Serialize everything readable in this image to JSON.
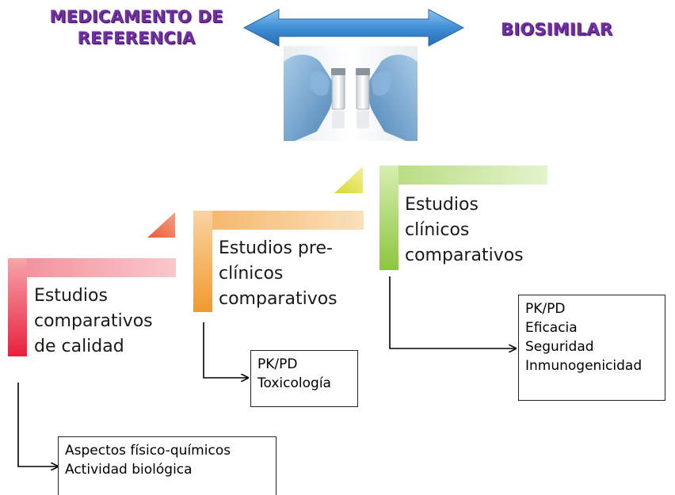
{
  "header": {
    "reference_label": "MEDICAMENTO DE REFERENCIA",
    "biosimilar_label": "BIOSIMILAR"
  },
  "steps": [
    {
      "title_lines": [
        "Estudios",
        "comparativos",
        "de calidad"
      ],
      "color": "#e8334a",
      "details": [
        "Aspectos físico-químicos",
        "Actividad biológica"
      ]
    },
    {
      "title_lines": [
        "Estudios pre-",
        "clínicos",
        "comparativos"
      ],
      "color": "#f0a23a",
      "details": [
        "PK/PD",
        "Toxicología"
      ]
    },
    {
      "title_lines": [
        "Estudios",
        "clínicos",
        "comparativos"
      ],
      "color": "#9ccc4a",
      "details": [
        "PK/PD",
        "Eficacia",
        "Seguridad",
        "Inmunogenicidad"
      ]
    }
  ],
  "colors": {
    "header_text": "#7030a0",
    "arrow": "#4a90d0",
    "glove": "#7aa9cf"
  }
}
